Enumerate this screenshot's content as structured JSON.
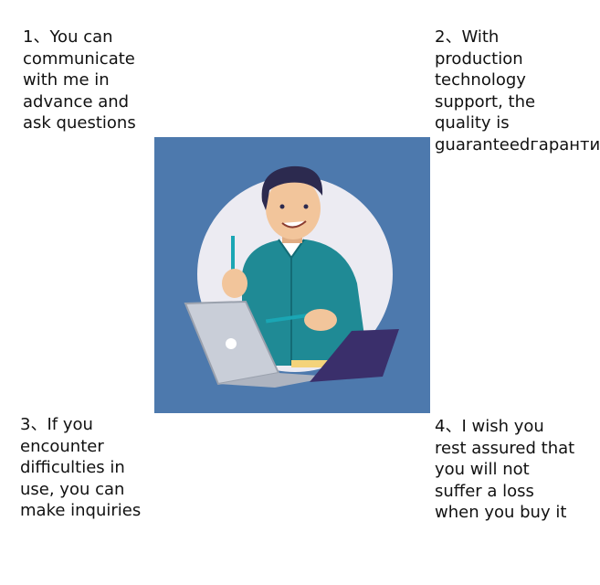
{
  "notes": [
    {
      "text": "1、You can\ncommunicate\nwith me in\nadvance and\nask questions"
    },
    {
      "text": "2、With\nproduction\ntechnology\nsupport, the\nquality is\nguaranteedгаранти"
    },
    {
      "text": "3、If you\nencounter\ndifficulties in\nuse, you can\nmake inquiries"
    },
    {
      "text": "4、I wish you\nrest assured that\nyou will not\nsuffer a loss\nwhen you buy it"
    }
  ],
  "illustration": {
    "icon": "person-with-laptop-illustration",
    "colors": {
      "background": "#4d79ad",
      "circle": "#ecebf2",
      "shirt": "#1f8a95",
      "hair": "#2c2a4f",
      "skin": "#f2c59b",
      "laptop": "#c9ced8",
      "tablet": "#3a2f6b"
    }
  }
}
